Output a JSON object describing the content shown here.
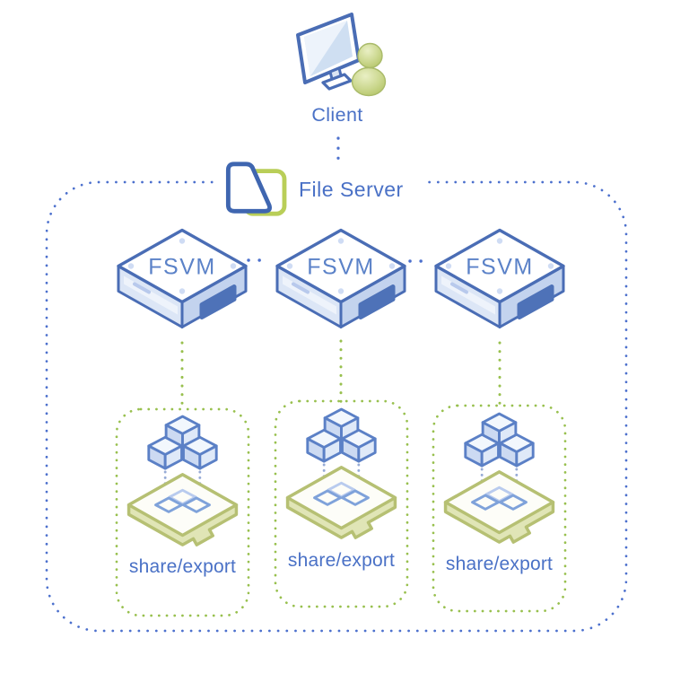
{
  "diagram": {
    "title_hint": "Scale-out file server architecture",
    "client": {
      "label": "Client",
      "icon": "client-monitor-user-icon"
    },
    "file_server": {
      "label": "File Server",
      "icon": "file-server-logo-icon"
    },
    "fsvm_nodes": [
      {
        "label": "FSVM"
      },
      {
        "label": "FSVM"
      },
      {
        "label": "FSVM"
      }
    ],
    "shares": [
      {
        "label": "share/export"
      },
      {
        "label": "share/export"
      },
      {
        "label": "share/export"
      }
    ],
    "colors": {
      "blue_accent": "#4a71c6",
      "blue_dot_border": "#4c70cd",
      "green_dot_border": "#98c04e",
      "node_outline": "#4a6db5",
      "node_face_light": "#dce6f6",
      "node_face_mid": "#c3d3ee",
      "drive_bay": "#4e72b8",
      "person_green": "#c3d282",
      "folder_green": "#b6c073"
    }
  }
}
